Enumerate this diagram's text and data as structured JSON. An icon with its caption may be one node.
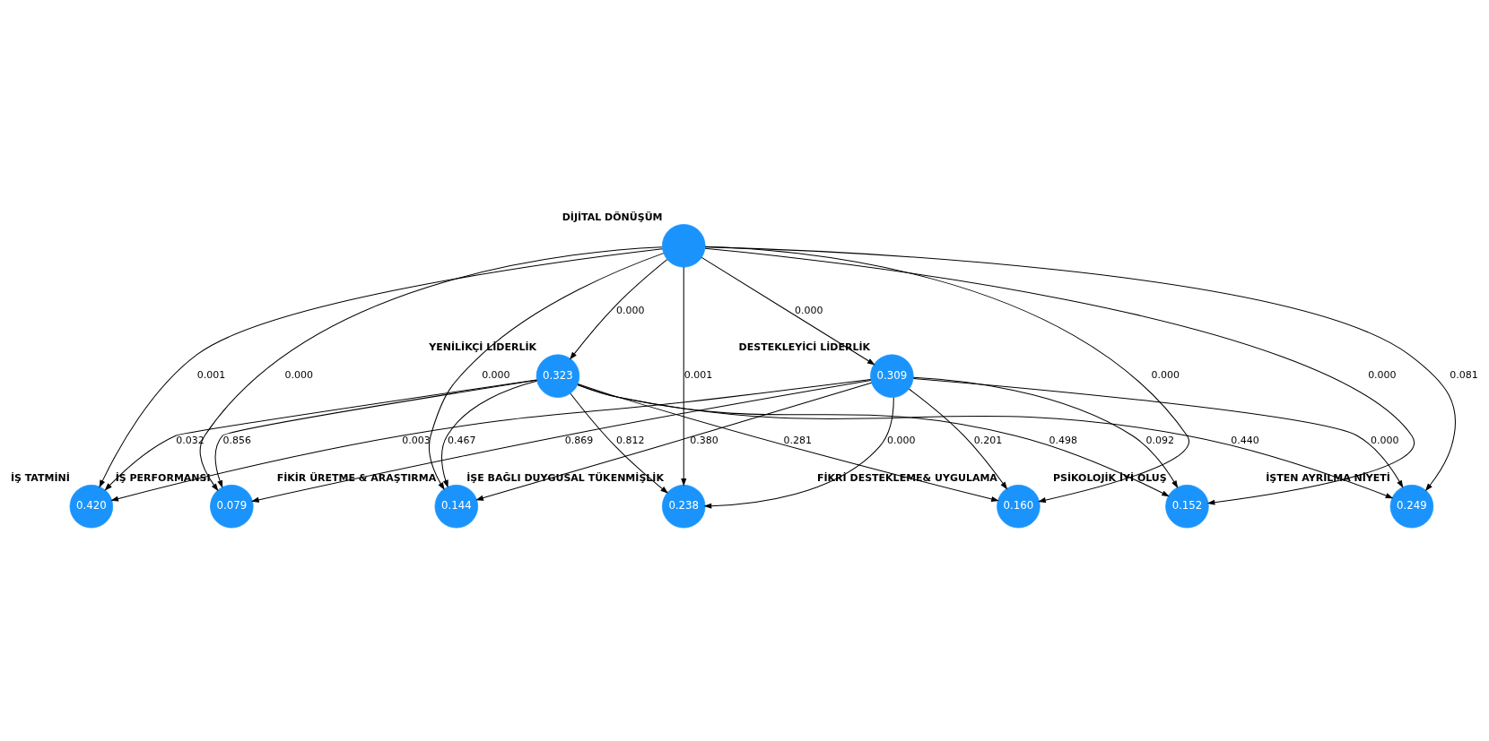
{
  "diagram": {
    "nodes": [
      {
        "text": [],
        "shape": "circle",
        "beside": [
          "DİJİTAL DÖNÜŞÜM"
        ]
      },
      {
        "text": [
          "0.323"
        ],
        "beside": [
          "YENİLİKÇİ LİDERLİK"
        ]
      },
      {
        "text": [
          "0.309"
        ],
        "beside": [
          "DESTEKLEYİCİ LİDERLİK"
        ]
      },
      {
        "text": [
          "0.420"
        ],
        "beside": [
          "İŞ TATMİNİ"
        ]
      },
      {
        "text": [
          "0.079"
        ],
        "beside": [
          "İŞ PERFORMANSI"
        ]
      },
      {
        "text": [
          "0.144"
        ],
        "beside": [
          "FİKİR ÜRETME & ARAŞTIRMA"
        ]
      },
      {
        "text": [
          "0.160"
        ],
        "beside": [
          "FİKRİ DESTEKLEME& UYGULAMA"
        ]
      },
      {
        "text": [
          "0.152"
        ],
        "beside": [
          "PSİKOLOJİK İYİ OLUŞ"
        ]
      },
      {
        "text": [
          "0.238"
        ],
        "beside": [
          "İŞE BAĞLI DUYGUSAL TÜKENMİŞLİK"
        ]
      },
      {
        "text": [
          "0.249"
        ],
        "beside": [
          "İŞTEN AYRILMA NİYETİ"
        ]
      }
    ],
    "edges": [
      {
        "from": 0,
        "to": 1,
        "arrow": "to",
        "label": "0.000"
      },
      {
        "from": 0,
        "to": 2,
        "arrow": "to",
        "label": "0.000"
      },
      {
        "from": 0,
        "to": 3,
        "arrow": "to",
        "label": "0.001"
      },
      {
        "from": 0,
        "to": 4,
        "arrow": "to",
        "label": "0.000"
      },
      {
        "from": 0,
        "to": 5,
        "arrow": "to",
        "label": "0.000"
      },
      {
        "from": 0,
        "to": 6,
        "arrow": "to",
        "label": "0.000"
      },
      {
        "from": 0,
        "to": 7,
        "arrow": "to",
        "label": "0.000"
      },
      {
        "from": 0,
        "to": 8,
        "arrow": "to",
        "label": "0.001"
      },
      {
        "from": 0,
        "to": 9,
        "arrow": "to",
        "label": "0.081"
      },
      {
        "from": 1,
        "to": 3,
        "arrow": "to",
        "label": "0.032"
      },
      {
        "from": 1,
        "to": 4,
        "arrow": "to",
        "label": "0.856"
      },
      {
        "from": 1,
        "to": 5,
        "arrow": "to",
        "label": "0.467"
      },
      {
        "from": 1,
        "to": 6,
        "arrow": "to",
        "label": "0.281"
      },
      {
        "from": 1,
        "to": 7,
        "arrow": "to",
        "label": "0.498"
      },
      {
        "from": 1,
        "to": 8,
        "arrow": "to",
        "label": "0.812"
      },
      {
        "from": 1,
        "to": 9,
        "arrow": "to",
        "label": "0.440"
      },
      {
        "from": 2,
        "to": 3,
        "arrow": "to",
        "label": "0.003"
      },
      {
        "from": 2,
        "to": 4,
        "arrow": "to",
        "label": "0.869"
      },
      {
        "from": 2,
        "to": 5,
        "arrow": "to",
        "label": "0.380"
      },
      {
        "from": 2,
        "to": 6,
        "arrow": "to",
        "label": "0.201"
      },
      {
        "from": 2,
        "to": 7,
        "arrow": "to",
        "label": "0.092"
      },
      {
        "from": 2,
        "to": 8,
        "arrow": "to",
        "label": "0.000"
      },
      {
        "from": 2,
        "to": 9,
        "arrow": "to",
        "label": "0.000"
      }
    ]
  }
}
